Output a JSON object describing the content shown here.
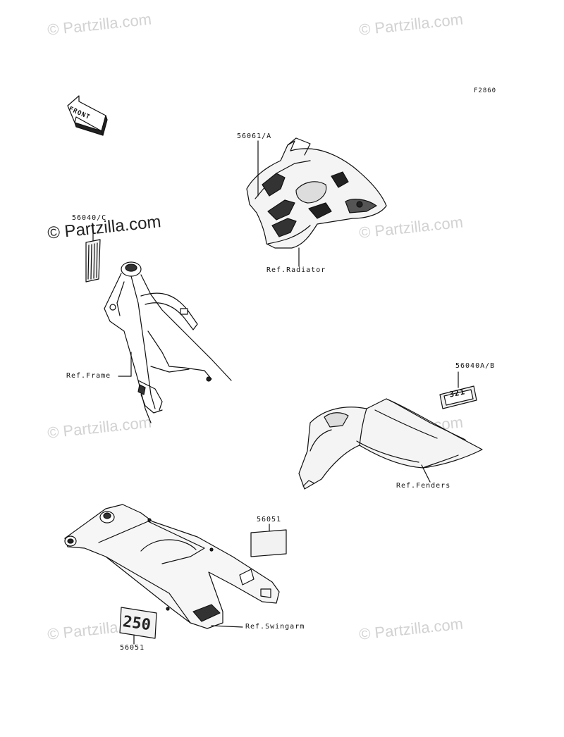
{
  "watermark": "© Partzilla.com",
  "figure_code": "F2860",
  "front_arrow": "FRONT",
  "labels": {
    "radiator_part": "56061/A",
    "radiator_ref": "Ref.Radiator",
    "frame_part": "56040/C",
    "frame_ref": "Ref.Frame",
    "fender_part": "56040A/B",
    "fender_ref": "Ref.Fenders",
    "swingarm_part_top": "56051",
    "swingarm_ref": "Ref.Swingarm",
    "swingarm_part_bottom": "56051"
  },
  "decal_text": {
    "fender_decal": "321",
    "swingarm_decal": "250"
  }
}
